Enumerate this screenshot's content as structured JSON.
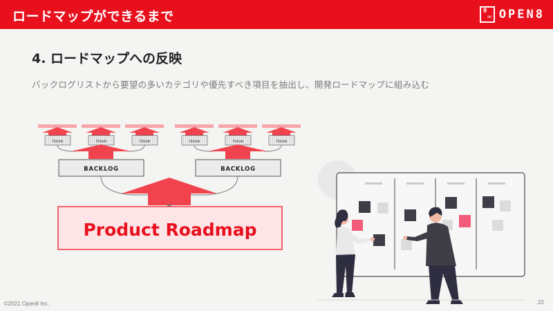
{
  "header": {
    "title": "ロードマップができるまで"
  },
  "logo": {
    "glyph": "0",
    "mark": "∞",
    "text": "OPEN8"
  },
  "section": {
    "title": "4. ロードマップへの反映",
    "description": "バックログリストから要望の多いカテゴリや優先すべき項目を抽出し、開発ロードマップに組み込む"
  },
  "diagram": {
    "issue_label": "issue",
    "backlog_label": "BACKLOG",
    "roadmap_label": "Product Roadmap"
  },
  "footer": {
    "copyright": "©2021 Open8 Inc.",
    "page_number": "22"
  },
  "colors": {
    "brand_red": "#e8101d",
    "arrow_red": "#f0434e",
    "roadmap_fill": "#fde4e6"
  }
}
